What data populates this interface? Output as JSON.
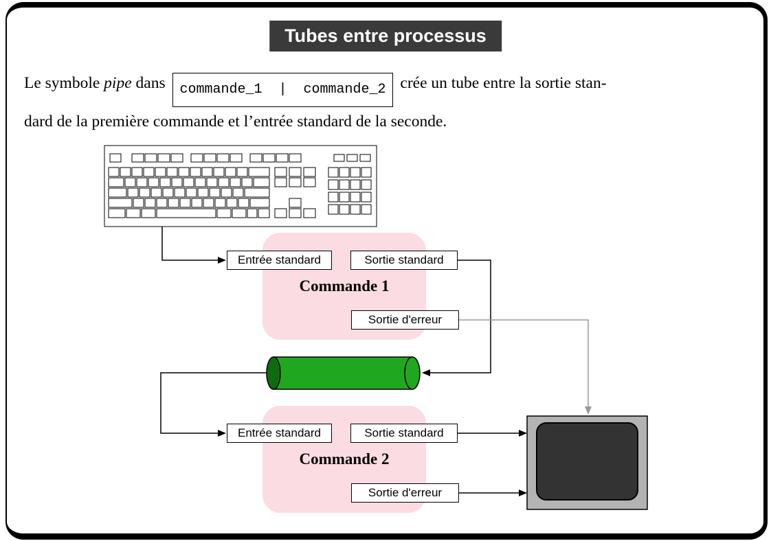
{
  "slide": {
    "title": "Tubes entre processus"
  },
  "paragraph": {
    "lead": "Le symbole ",
    "emph": "pipe",
    "middle": " dans ",
    "code": "commande_1  |  commande_2",
    "tail": " crée un tube entre la sortie stan-",
    "line2": "dard de la première commande et l’entrée standard de la seconde."
  },
  "diagram": {
    "command1": {
      "title": "Commande 1",
      "stdin_label": "Entrée standard",
      "stdout_label": "Sortie standard",
      "stderr_label": "Sortie d'erreur"
    },
    "command2": {
      "title": "Commande 2",
      "stdin_label": "Entrée standard",
      "stdout_label": "Sortie standard",
      "stderr_label": "Sortie d'erreur"
    },
    "colors": {
      "title_bg": "#3a3a3a",
      "process_fill": "#fbdce2",
      "pipe_green": "#1fa81f",
      "pipe_dark_green": "#0e6b0e",
      "monitor_frame": "#b3b3b3",
      "monitor_screen": "#333333",
      "stderr_line": "#999999",
      "line_black": "#000000"
    }
  }
}
